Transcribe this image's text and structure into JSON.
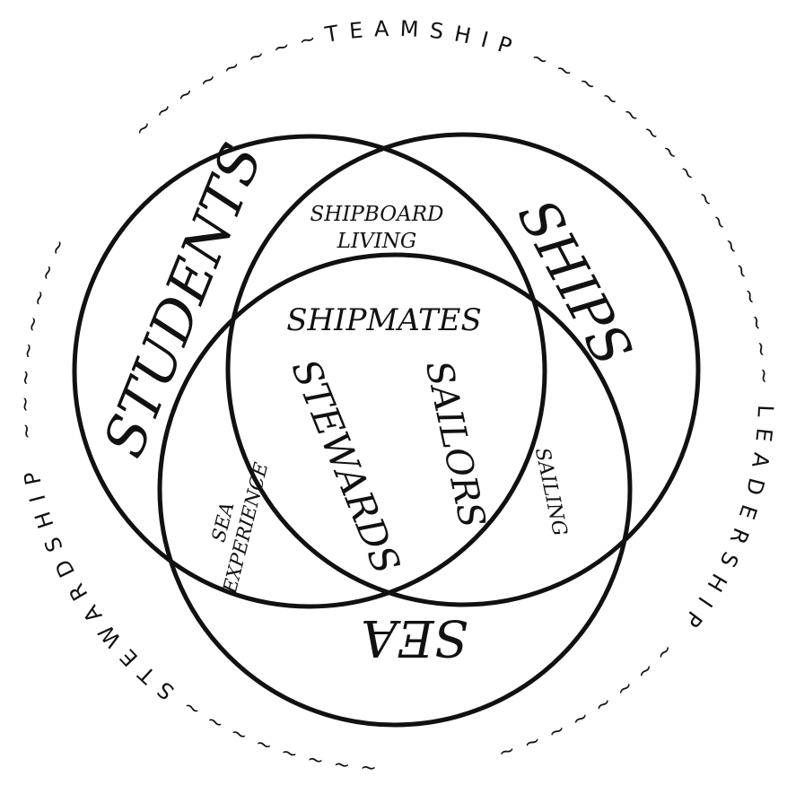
{
  "outer_ring": {
    "top": "TEAMSHIP",
    "right": "LEADERSHIP",
    "left": "STEWARDSHIP",
    "separator": "~ ~ ~ ~ ~ ~ ~ ~"
  },
  "circles": {
    "left": "STUDENTS",
    "right": "SHIPS",
    "bottom": "SEA"
  },
  "intersections": {
    "students_ships": [
      "SHIPBOARD",
      "LIVING"
    ],
    "students_sea": [
      "SEA",
      "EXPERIENCE"
    ],
    "ships_sea": "SAILING",
    "center_top": "SHIPMATES",
    "center_left": "STEWARDS",
    "center_right": "SAILORS"
  }
}
